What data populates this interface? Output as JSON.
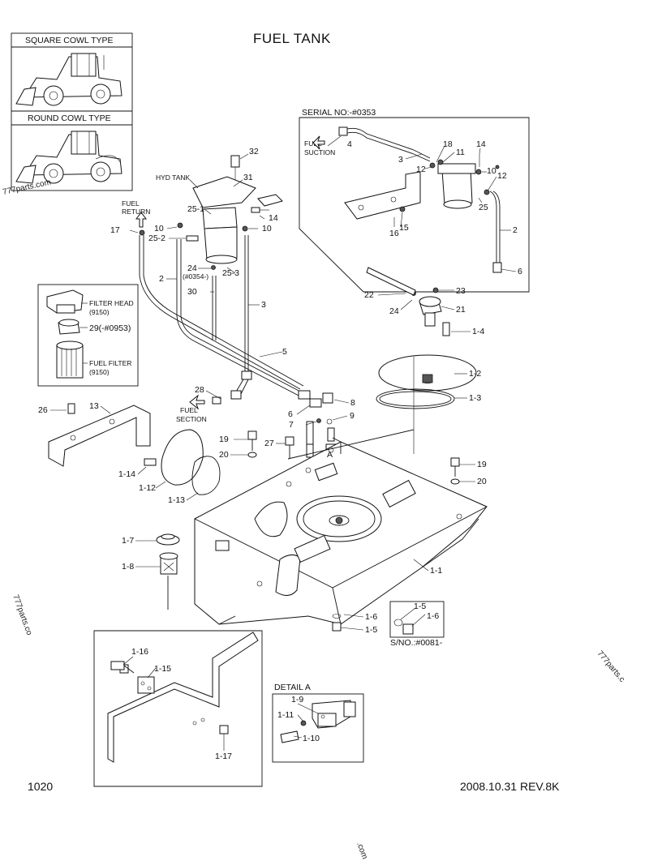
{
  "title": "FUEL TANK",
  "page_number": "1020",
  "revision": "2008.10.31  REV.8K",
  "cowl_types": [
    "SQUARE COWL TYPE",
    "ROUND COWL TYPE"
  ],
  "serial_box_title": "SERIAL NO:-#0353",
  "sno_label": "S/NO.:#0081-",
  "detail_title": "DETAIL A",
  "text_labels": {
    "hyd_tank": "HYD TANK",
    "fuel_return_1": "FUEL",
    "fuel_return_2": "RETURN",
    "fuel_section_1": "FUEL",
    "fuel_section_2": "SECTION",
    "fuel_suction_1": "FUEL",
    "fuel_suction_2": "SUCTION",
    "serial_note": "(#0354-)",
    "filter_head": "FILTER HEAD",
    "filter_head_code": "(9150)",
    "fuel_filter": "FUEL FILTER",
    "fuel_filter_code": "(9150)",
    "detail_A": "A"
  },
  "part_callouts": {
    "p32": "32",
    "p31": "31",
    "p25_1": "25-1",
    "p14a": "14",
    "p17": "17",
    "p10a": "10",
    "p10b": "10",
    "p25_2": "25-2",
    "p24a": "24",
    "p25_3": "25-3",
    "p2a": "2",
    "p30": "30",
    "p3a": "3",
    "p29": "29(-#0953)",
    "p5": "5",
    "p28": "28",
    "p8": "8",
    "p6a": "6",
    "p9": "9",
    "p7": "7",
    "p26": "26",
    "p13": "13",
    "p19a": "19",
    "p27": "27",
    "p20a": "20",
    "p1_14": "1-14",
    "p1_12": "1-12",
    "p1_13": "1-13",
    "p19b": "19",
    "p20b": "20",
    "p1_7": "1-7",
    "p1_8": "1-8",
    "p1_1": "1-1",
    "p1_6a": "1-6",
    "p1_5a": "1-5",
    "p1_5b": "1-5",
    "p1_6b": "1-6",
    "p1_16": "1-16",
    "p1_15": "1-15",
    "p1_17": "1-17",
    "p1_9": "1-9",
    "p1_11": "1-11",
    "p1_10": "1-10",
    "p22": "22",
    "p23": "23",
    "p24b": "24",
    "p21": "21",
    "p1_4": "1-4",
    "p1_2": "1-2",
    "p1_3": "1-3",
    "s4": "4",
    "s3": "3",
    "s18": "18",
    "s11": "11",
    "s12a": "12",
    "s14": "14",
    "s10": "10",
    "s12b": "12",
    "s25": "25",
    "s2": "2",
    "s6": "6",
    "s15": "15",
    "s16": "16"
  },
  "watermarks": [
    "777parts.com",
    "777parts.co",
    "777parts.c",
    ".com"
  ]
}
